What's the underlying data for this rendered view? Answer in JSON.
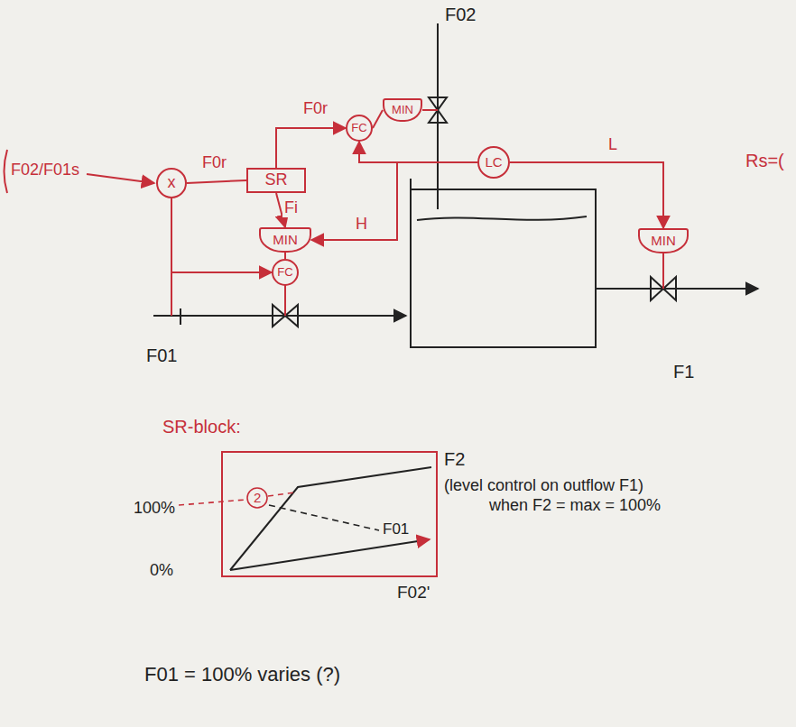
{
  "diagram": {
    "nodes": [
      {
        "text": [
          "x"
        ]
      },
      {
        "text": [
          "SR"
        ]
      },
      {
        "text": [
          "MIN"
        ]
      },
      {
        "text": [
          "FC"
        ]
      },
      {
        "text": [
          "FC"
        ]
      },
      {
        "text": [
          "MIN"
        ]
      },
      {
        "text": [
          "LC"
        ]
      },
      {
        "text": [
          "MIN"
        ]
      },
      {
        "text": [
          "SR-block:"
        ]
      }
    ],
    "edges": [
      {
        "from": 0,
        "to": 1,
        "arrow": "none",
        "label": "F0r"
      },
      {
        "from": 1,
        "to": 4,
        "arrow": "to",
        "label": "F0r"
      },
      {
        "from": 1,
        "to": 2,
        "arrow": "to",
        "label": "Fi"
      },
      {
        "from": 0,
        "to": 3,
        "arrow": "to"
      },
      {
        "from": 2,
        "to": 3,
        "arrow": "none"
      },
      {
        "from": 6,
        "to": 2,
        "arrow": "to",
        "label": "H"
      },
      {
        "from": 6,
        "to": 4,
        "arrow": "to"
      },
      {
        "from": 4,
        "to": 5,
        "arrow": "none"
      },
      {
        "from": 6,
        "to": 7,
        "arrow": "to",
        "label": "L"
      }
    ],
    "labels": [
      "F02",
      "F02/F01s",
      "Rs=(",
      "F01",
      "F1",
      "100%",
      "0%",
      "2",
      "F2",
      "F01",
      "(level control on outflow F1) when F2 = max = 100%",
      "F02'",
      "F01 = 100% varies (?)"
    ]
  }
}
